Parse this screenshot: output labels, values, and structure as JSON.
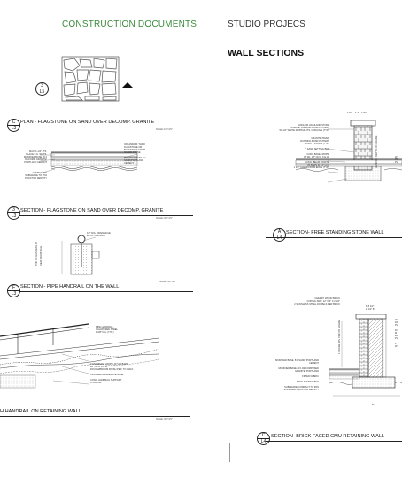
{
  "header": {
    "left": "CONSTRUCTION DOCUMENTS",
    "right": "STUDIO PROJECS"
  },
  "sheet_title": "WALL SECTIONS",
  "details": {
    "plan_flagstone": {
      "num": "C",
      "sheet": "L3",
      "caption": "PLAN - FLAGSTONE ON SAND OVER DECOMP. GRANITE",
      "scale": "SCALE: 1/4\"=1'0\""
    },
    "key_flagstone": {
      "num": "3",
      "sheet": "L5"
    },
    "section_flagstone": {
      "num": "3",
      "sheet": "L3",
      "caption": "SECTION - FLAGSTONE ON SAND OVER DECOMP. GRANITE",
      "scale": "SCALE: 3/4\"=1'0\""
    },
    "section_handrail": {
      "num": "F",
      "sheet": "L3",
      "caption": "SECTION - PIPE HANDRAIL ON THE WALL",
      "scale": "SCALE: 3/4\"=1'0\""
    },
    "handrail_retaining": {
      "caption": "H HANDRAIL ON RETAINING WALL",
      "scale": "SCALE: 3/4\"=1'0\""
    },
    "free_standing": {
      "num": "A",
      "sheet": "L4",
      "caption": "SECTION- FREE STANDING STONE WALL"
    },
    "brick_cmu": {
      "num": "C",
      "sheet": "L4",
      "caption": "SECTION- BRICK FACED CMU RETAINING WALL"
    }
  },
  "notes": {
    "flagstone_left": [
      "MAX. 1-1/2\" JTS.",
      "PLACE E.G. W/JTS.",
      "",
      "MODIFIED BASE 20:1",
      "DECOMP. GRANITE/",
      "PORTLAND CEMENT",
      "",
      "",
      "",
      "COMPACTED",
      "SUBGRADE TO 95%",
      "PROCTOR DENSITY"
    ],
    "flagstone_right": [
      "ORLANDOM: THICK",
      "FLAGSTONE OR",
      "BLUESTONE FROM",
      "NAKED STONE",
      "",
      "MODIFIED BASE 8:1",
      "SAND/PORTLAND",
      "CEMENT"
    ],
    "handrail_post": [
      "1/2\" DIA. DRAIN HOLE",
      "EPOXY ANCHOR"
    ],
    "handrail_right": [
      "PIPE HANDRAIL:",
      "GALVANIZED STEEL",
      "1-3/8\" DIA. (TYP.)"
    ],
    "handrail_bottom": [
      "CONC.BEAM: 4X6PSI @7x14 BARS,",
      "18\" ON O.C.E.W.",
      "ROUGH/BROOM FINISH PER. TO WALK",
      "",
      "CRUSHED AGGREGATE BASE",
      "",
      "CONC. HANDRAIL SUPPORT",
      "8\"X12\"X12\""
    ],
    "stone_wall_left": [
      "ANCHOR HIGHLAND STONE",
      "STERNE, FLEMISH BOND PATTERN",
      "W/ 1/4\" WHITE MORTAR JTS. CONCAVE (TYP.)",
      "",
      "",
      "GRANITE PAVER",
      "RUNNING BOND PATTERN",
      "W/ BUTT JOINTS (TYP.)",
      "",
      "1\" SAND SETTING BED",
      "",
      "CONC.BASE: 4X6PSI",
      "18 WL, 18\" ON O.C.E.W.",
      "",
      "CONC. BEAM: 6X6PSI,",
      "#4 BARS @ 12\" O.C.",
      "1 1/2\" CLEAR FROM EDGE (TYP.)"
    ],
    "stone_wall_dims": [
      "1 1/2\"",
      "1' 3\"",
      "1 1/2\""
    ],
    "brick_top": [
      "CHERRY WOOD BRICK",
      "COPING SIZE: 12\" X 4\" X 2 1/2\"",
      "2 STAINLESS STEEL DOWELS PER BRICK"
    ],
    "brick_left": [
      "MODIFIED BASE, 8:1 SAND/ PORTLAND",
      "CEMENT",
      "",
      "MODIFIED BASE 20:1 DECOMPOSED",
      "GRANITE/ PORTLAND",
      "",
      "FILTER FABRIC",
      "",
      "SAND SETTING BED",
      "",
      "SUBGRADE: COMPACT TO 95%",
      "STANDARD PROCTOR DENSITY"
    ],
    "brick_dims": [
      "1' 8 1/2\"",
      "1' 1/2\" 8\"",
      "8\""
    ],
    "brick_right": [
      "W",
      "FR",
      "PV",
      "",
      "D/",
      "M",
      "EX",
      "PV",
      "",
      "F",
      "W"
    ],
    "stone_wall_right": [
      "W",
      "FR",
      "PV"
    ],
    "vertical_labels": [
      "HANDSET DEPTH ON GRADE",
      "1 GRADE MIN. PER ON GRADE",
      "TOP OF HANDRAIL AT",
      "SEAT FROM WALL"
    ]
  }
}
